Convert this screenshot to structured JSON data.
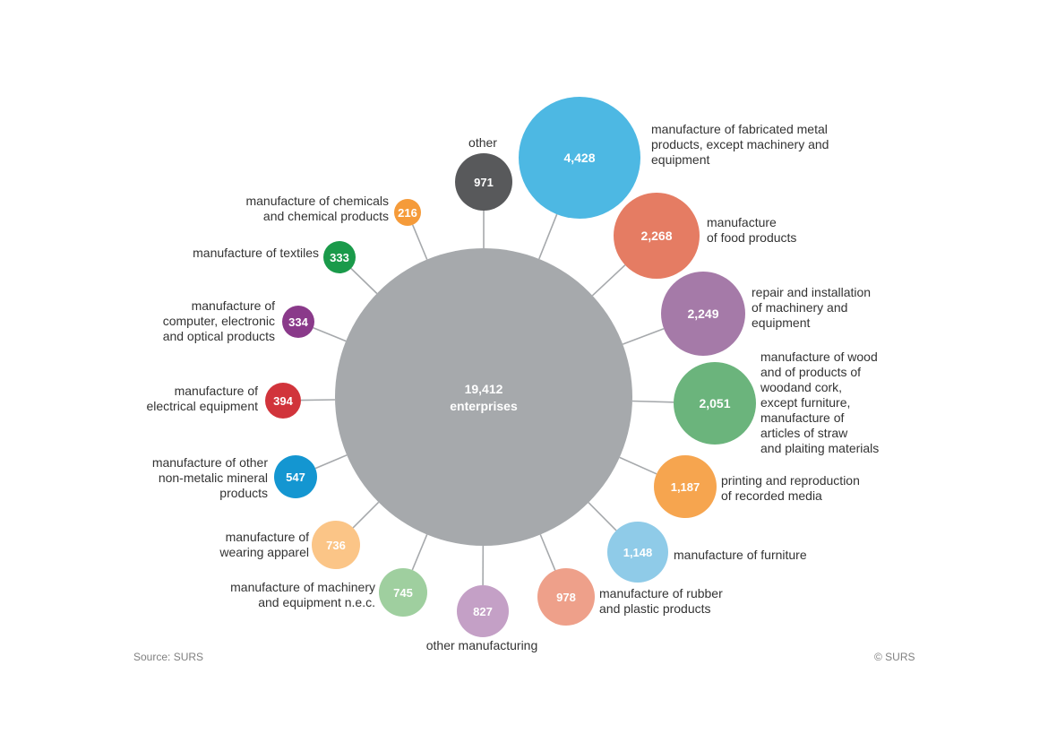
{
  "chart_data": {
    "type": "bubble",
    "center": {
      "value": "19,412",
      "label": "enterprises",
      "color": "#a6a9ac"
    },
    "items": [
      {
        "label": "other",
        "value": 971,
        "value_text": "971",
        "color": "#58595b"
      },
      {
        "label": "manufacture of fabricated metal products, except machinery and equipment",
        "value": 4428,
        "value_text": "4,428",
        "color": "#4db8e3"
      },
      {
        "label": "manufacture of food products",
        "value": 2268,
        "value_text": "2,268",
        "color": "#e57c63"
      },
      {
        "label": "repair and installation of machinery and equipment",
        "value": 2249,
        "value_text": "2,249",
        "color": "#a57aa8"
      },
      {
        "label": "manufacture of wood and of products of woodand cork, except furniture, manufacture of articles of straw and plaiting materials",
        "value": 2051,
        "value_text": "2,051",
        "color": "#6bb47c"
      },
      {
        "label": "printing and reproduction of recorded media",
        "value": 1187,
        "value_text": "1,187",
        "color": "#f6a54f"
      },
      {
        "label": "manufacture of furniture",
        "value": 1148,
        "value_text": "1,148",
        "color": "#8fcbe8"
      },
      {
        "label": "manufacture of rubber and plastic products",
        "value": 978,
        "value_text": "978",
        "color": "#eea08a"
      },
      {
        "label": "other manufacturing",
        "value": 827,
        "value_text": "827",
        "color": "#c4a0c6"
      },
      {
        "label": "manufacture of machinery and equipment n.e.c.",
        "value": 745,
        "value_text": "745",
        "color": "#9fcf9f"
      },
      {
        "label": "manufacture of wearing apparel",
        "value": 736,
        "value_text": "736",
        "color": "#fbc587"
      },
      {
        "label": "manufacture of other non-metalic mineral products",
        "value": 547,
        "value_text": "547",
        "color": "#1496d1"
      },
      {
        "label": "manufacture of electrical equipment",
        "value": 394,
        "value_text": "394",
        "color": "#d1343b"
      },
      {
        "label": "manufacture of computer, electronic and optical products",
        "value": 334,
        "value_text": "334",
        "color": "#8a3a8a"
      },
      {
        "label": "manufacture of textiles",
        "value": 333,
        "value_text": "333",
        "color": "#1a9a4a"
      },
      {
        "label": "manufacture of chemicals and chemical products",
        "value": 216,
        "value_text": "216",
        "color": "#f59b3a"
      }
    ]
  },
  "footer": {
    "source": "Source: SURS",
    "copyright": "© SURS"
  }
}
